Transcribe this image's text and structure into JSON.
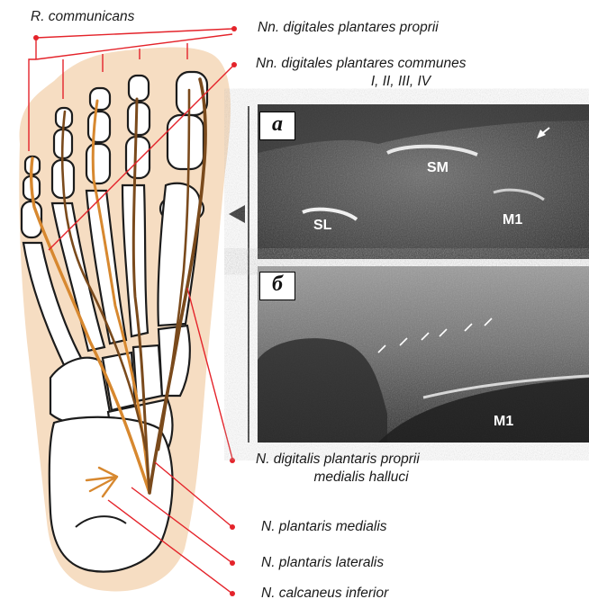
{
  "labels": {
    "r_communicans": "R. communicans",
    "nn_digitales_proprii": "Nn. digitales plantares proprii",
    "nn_digitales_communes_1": "Nn. digitales plantares communes",
    "nn_digitales_communes_2": "I, II, III, IV",
    "n_digitalis_proprii_1": "N. digitalis plantaris proprii",
    "n_digitalis_proprii_2": "medialis halluci",
    "n_plantaris_medialis": "N. plantaris medialis",
    "n_plantaris_lateralis": "N. plantaris lateralis",
    "n_calcaneus_inferior": "N. calcaneus inferior"
  },
  "ultrasound": {
    "panel_a": {
      "tag": "а",
      "labels": [
        "SM",
        "SL",
        "M1"
      ]
    },
    "panel_b": {
      "tag": "б",
      "labels": [
        "M1"
      ]
    }
  },
  "colors": {
    "leader": "#e4232a",
    "skin": "#f6ddc2",
    "nerve_dark": "#7a4a1c",
    "nerve_light": "#d7882f"
  }
}
